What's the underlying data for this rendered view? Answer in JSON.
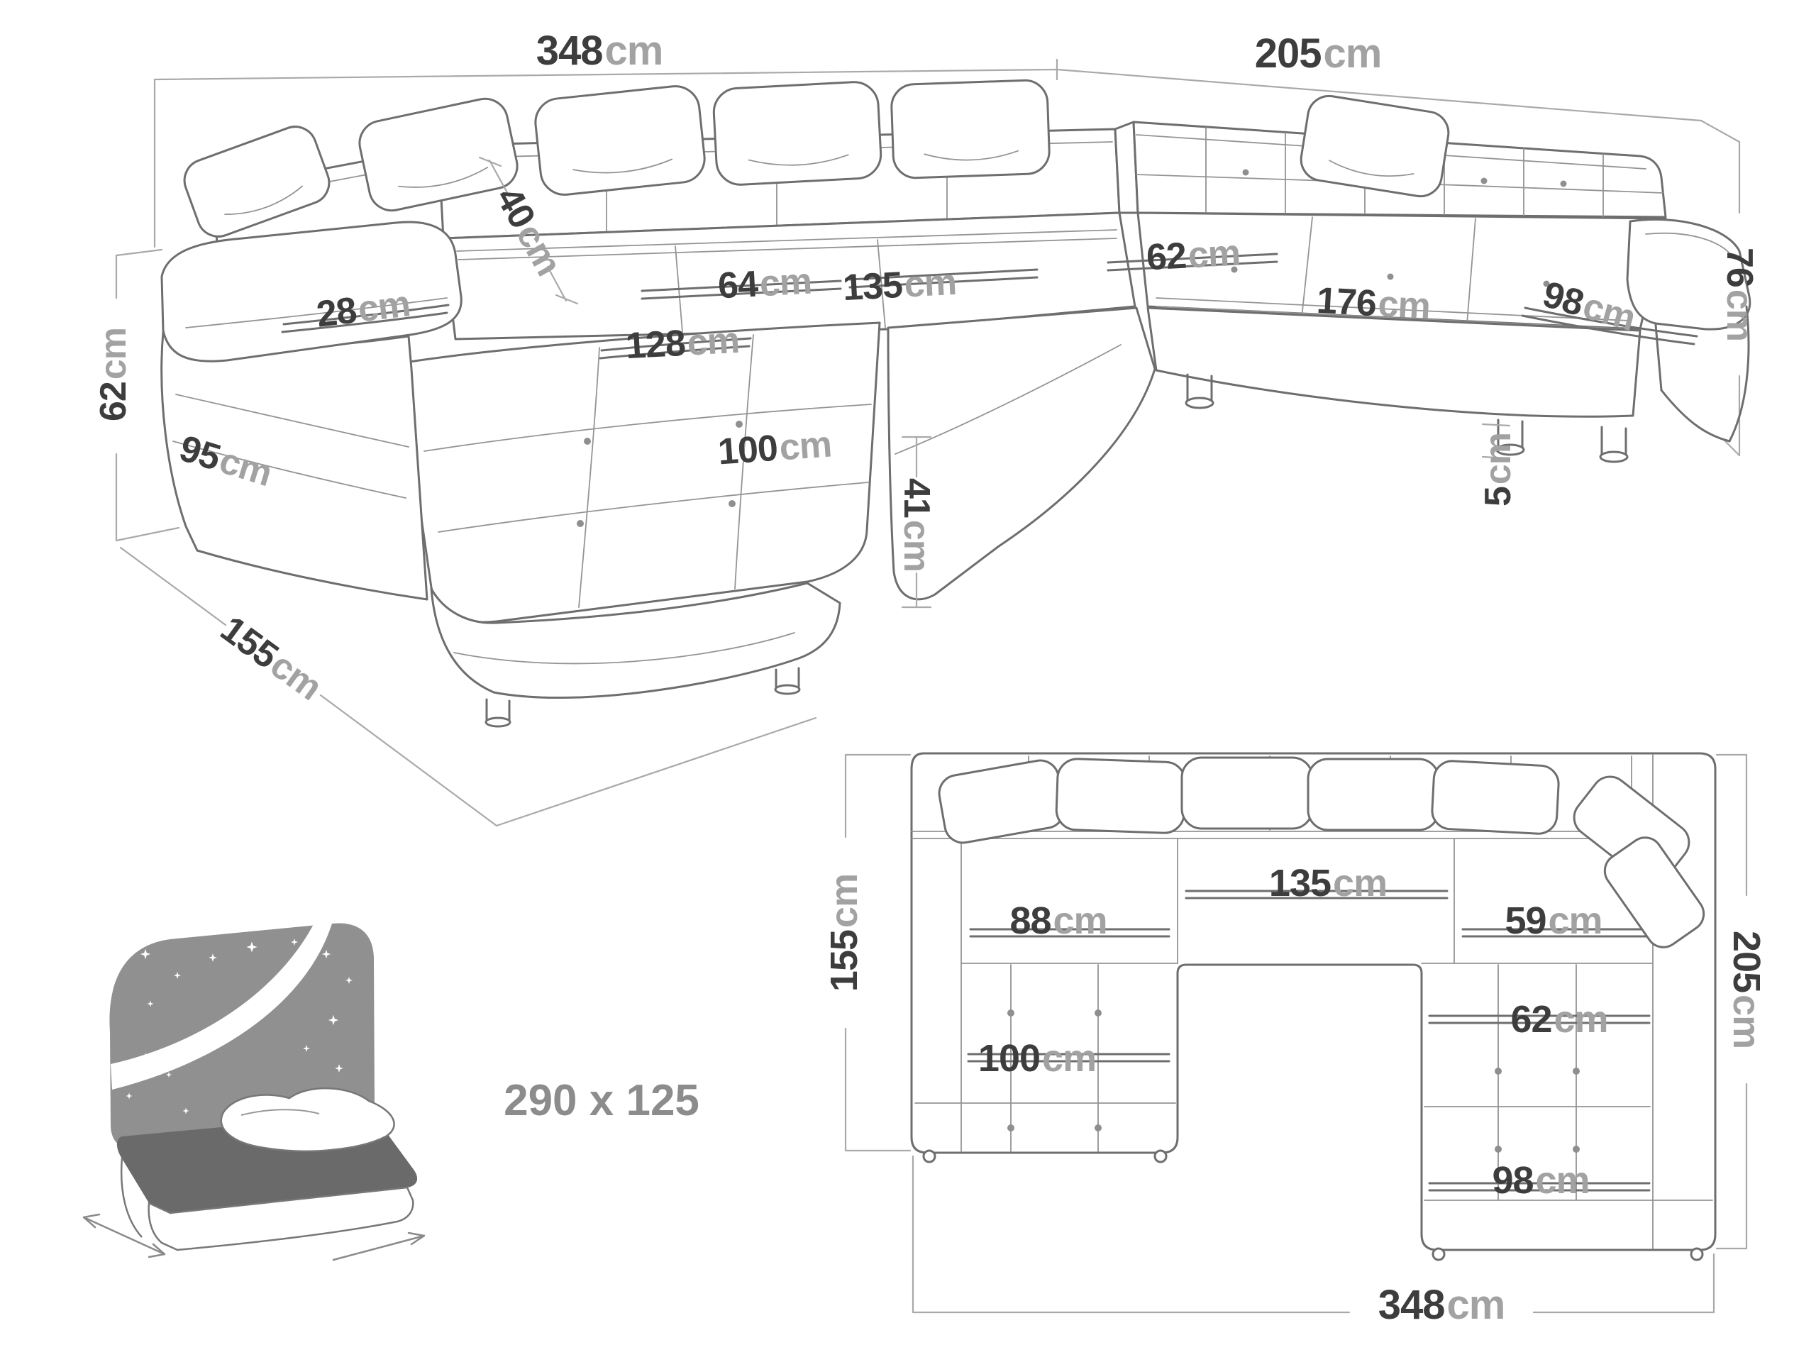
{
  "perspective": {
    "width_left": {
      "num": "348",
      "unit": "cm"
    },
    "width_right": {
      "num": "205",
      "unit": "cm"
    },
    "back_cushion_40": {
      "num": "40",
      "unit": "cm"
    },
    "armrest_28": {
      "num": "28",
      "unit": "cm"
    },
    "seat_64": {
      "num": "64",
      "unit": "cm"
    },
    "seat_135": {
      "num": "135",
      "unit": "cm"
    },
    "seat_62": {
      "num": "62",
      "unit": "cm"
    },
    "seat_176": {
      "num": "176",
      "unit": "cm"
    },
    "armrest_98": {
      "num": "98",
      "unit": "cm"
    },
    "chaise_128": {
      "num": "128",
      "unit": "cm"
    },
    "chaise_100": {
      "num": "100",
      "unit": "cm"
    },
    "height_76": {
      "num": "76",
      "unit": "cm"
    },
    "height_62": {
      "num": "62",
      "unit": "cm"
    },
    "armrest_95": {
      "num": "95",
      "unit": "cm"
    },
    "seat_height_41": {
      "num": "41",
      "unit": "cm"
    },
    "leg_5": {
      "num": "5",
      "unit": "cm"
    },
    "depth_155": {
      "num": "155",
      "unit": "cm"
    }
  },
  "sleeping": {
    "size": "290 x 125"
  },
  "plan": {
    "side_155": {
      "num": "155",
      "unit": "cm"
    },
    "seat_135": {
      "num": "135",
      "unit": "cm"
    },
    "seat_88": {
      "num": "88",
      "unit": "cm"
    },
    "seat_59": {
      "num": "59",
      "unit": "cm"
    },
    "seat_62": {
      "num": "62",
      "unit": "cm"
    },
    "chaise_100": {
      "num": "100",
      "unit": "cm"
    },
    "seat_98": {
      "num": "98",
      "unit": "cm"
    },
    "side_205": {
      "num": "205",
      "unit": "cm"
    },
    "width_348": {
      "num": "348",
      "unit": "cm"
    }
  },
  "colors": {
    "outline": "#6e6e6e",
    "thin_line": "#949494",
    "dimension_line": "#a9a9a9",
    "number_text": "#3d3d3d",
    "unit_text": "#a2a2a2",
    "headboard_fill": "#909090",
    "mattress_fill": "#6a6a6a"
  }
}
